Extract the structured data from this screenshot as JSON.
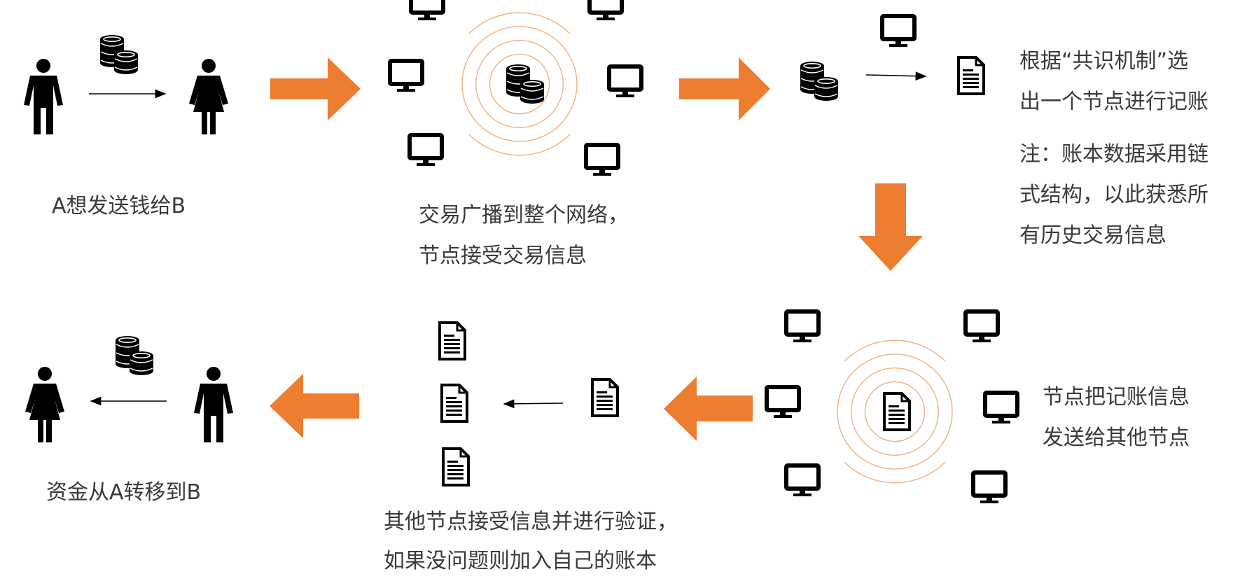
{
  "steps": {
    "send": {
      "text": "A想发送钱给B"
    },
    "broadcast": {
      "lines": [
        "交易广播到整个网络，",
        "节点接受交易信息"
      ]
    },
    "consensus": {
      "lines": [
        "根据“共识机制”选",
        "出一个节点进行记账"
      ]
    },
    "note": {
      "lines": [
        "注：账本数据采用链",
        "式结构，以此获悉所",
        "有历史交易信息"
      ]
    },
    "distribute": {
      "lines": [
        "节点把记账信息",
        "发送给其他节点"
      ]
    },
    "verify": {
      "lines": [
        "其他节点接受信息并进行验证，",
        "如果没问题则加入自己的账本"
      ]
    },
    "transfer": {
      "text": "资金从A转移到B"
    }
  },
  "icons": {
    "person": "person-icon",
    "coins": "coin-stack-icon",
    "monitor": "monitor-icon",
    "document": "document-icon"
  },
  "colors": {
    "arrow": "#ED7D31",
    "wave": "#F0B083",
    "icon": "#000000",
    "text": "#3a3a3a"
  }
}
